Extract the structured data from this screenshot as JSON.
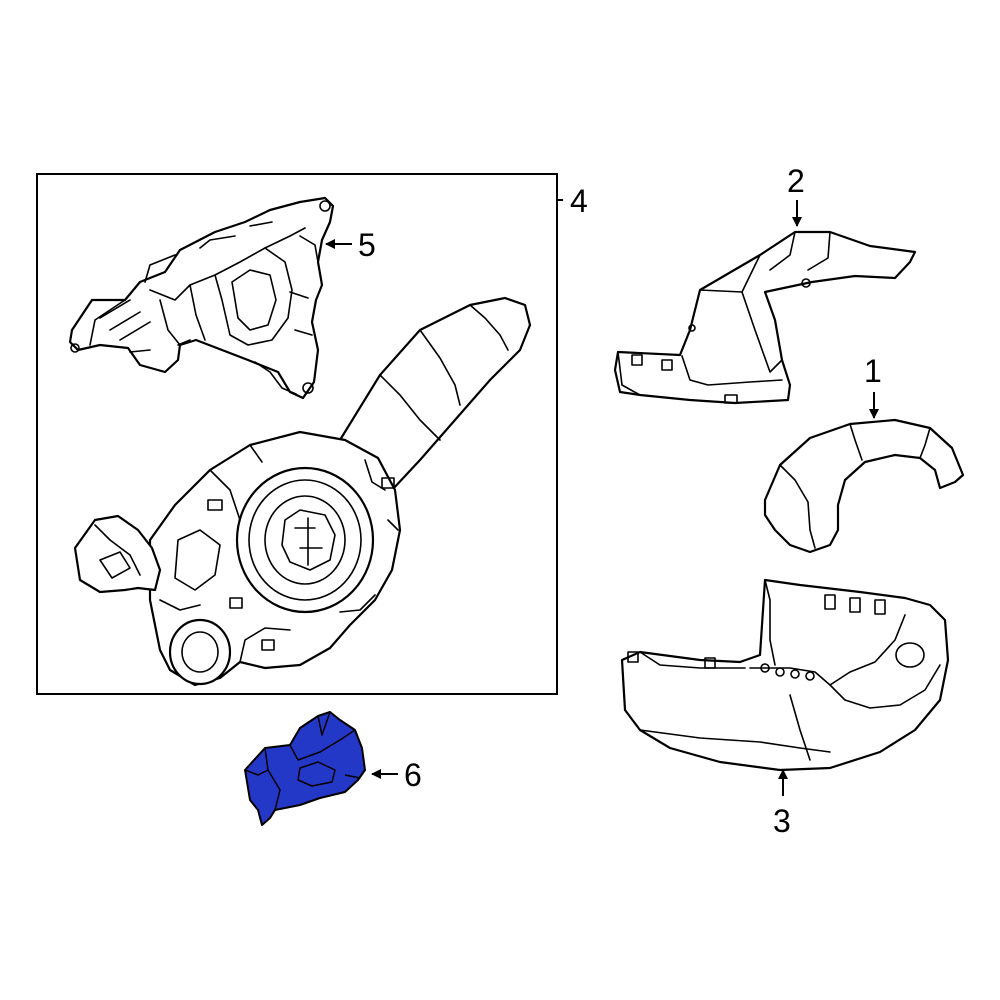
{
  "callouts": {
    "c1": "1",
    "c2": "2",
    "c3": "3",
    "c4": "4",
    "c5": "5",
    "c6": "6"
  },
  "colors": {
    "highlight_part": "#2438c8",
    "line": "#000000",
    "background": "#ffffff"
  }
}
